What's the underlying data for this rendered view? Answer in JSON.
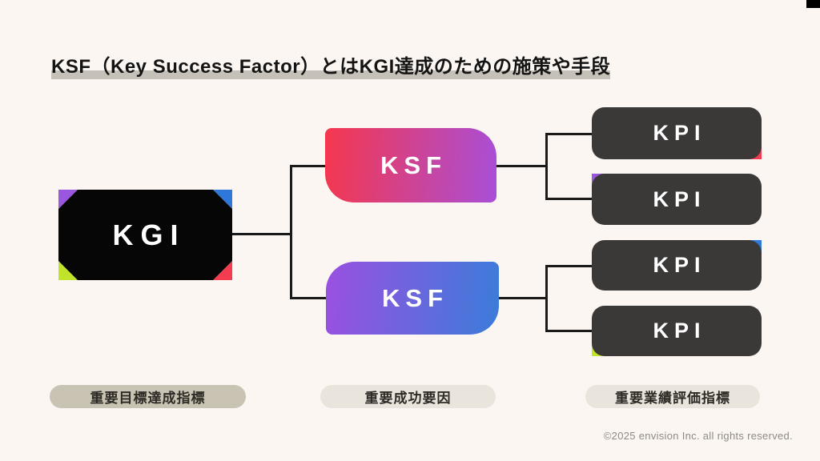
{
  "title": {
    "text": "KSF（Key Success Factor）とはKGI達成のための施策や手段"
  },
  "nodes": {
    "kgi": {
      "label": "KGI"
    },
    "ksf": [
      {
        "label": "KSF",
        "gradient_start": "#f5374d",
        "gradient_end": "#a84fd8"
      },
      {
        "label": "KSF",
        "gradient_start": "#9b50e0",
        "gradient_end": "#3b7cd9"
      }
    ],
    "kpi": [
      {
        "label": "KPI",
        "accent_corner": "bottom-right",
        "accent_color": "#f43b50"
      },
      {
        "label": "KPI",
        "accent_corner": "top-left",
        "accent_color": "#9b56e0"
      },
      {
        "label": "KPI",
        "accent_corner": "top-right",
        "accent_color": "#2e78dc"
      },
      {
        "label": "KPI",
        "accent_corner": "bottom-left",
        "accent_color": "#bfe42a"
      }
    ]
  },
  "legend": {
    "kgi_label": "重要目標達成指標",
    "ksf_label": "重要成功要因",
    "kpi_label": "重要業績評価指標"
  },
  "footer": {
    "copyright": "©2025 envision Inc. all rights reserved."
  },
  "colors": {
    "background": "#fbf6f2",
    "title_underline": "#c6c1b8",
    "kgi_box": "#060606",
    "kpi_box": "#3b3838",
    "connector": "#1a1a1a",
    "accent_purple": "#9b56e0",
    "accent_blue": "#2e78dc",
    "accent_lime": "#bfe42a",
    "accent_red": "#f43b50",
    "legend_kgi_bg": "#c8c3b2",
    "legend_light_bg": "#e9e4dc"
  }
}
